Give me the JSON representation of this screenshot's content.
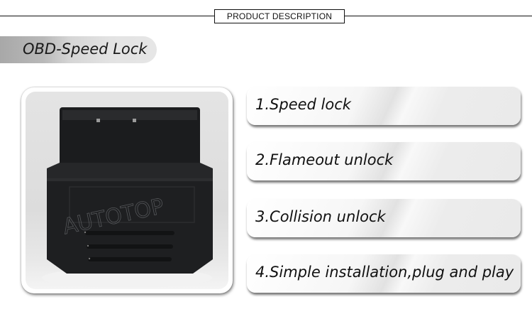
{
  "header": {
    "section_label": "PRODUCT DESCRIPTION"
  },
  "title": {
    "text": "OBD-Speed Lock"
  },
  "product_image": {
    "description": "black OBD connector device",
    "embossed_brand": "AUTOTOP",
    "colors": {
      "body": "#1e1f21",
      "background": "#dedede"
    }
  },
  "features": [
    {
      "label": "1.Speed lock"
    },
    {
      "label": "2.Flameout unlock"
    },
    {
      "label": "3.Collision unlock"
    },
    {
      "label": "4.Simple installation,plug and play"
    }
  ]
}
